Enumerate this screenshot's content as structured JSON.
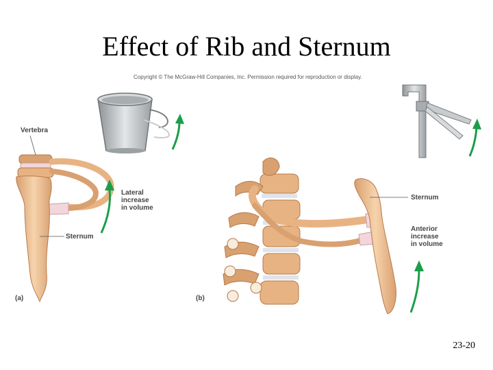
{
  "slide": {
    "title": "Effect of Rib and Sternum",
    "copyright": "Copyright © The McGraw-Hill Companies, Inc. Permission required for reproduction or display.",
    "number": "23-20"
  },
  "panel_a": {
    "tag": "(a)",
    "vertebra_label": "Vertebra",
    "sternum_label": "Sternum",
    "movement_label_1": "Lateral",
    "movement_label_2": "increase",
    "movement_label_3": "in volume"
  },
  "panel_b": {
    "tag": "(b)",
    "sternum_label": "Sternum",
    "movement_label_1": "Anterior",
    "movement_label_2": "increase",
    "movement_label_3": "in volume"
  },
  "colors": {
    "bone": "#f0c9a0",
    "bone_dark": "#c98b5a",
    "cartilage": "#f2d6dc",
    "arrow": "#1a9e4a",
    "metal": "#b8bcbf"
  }
}
